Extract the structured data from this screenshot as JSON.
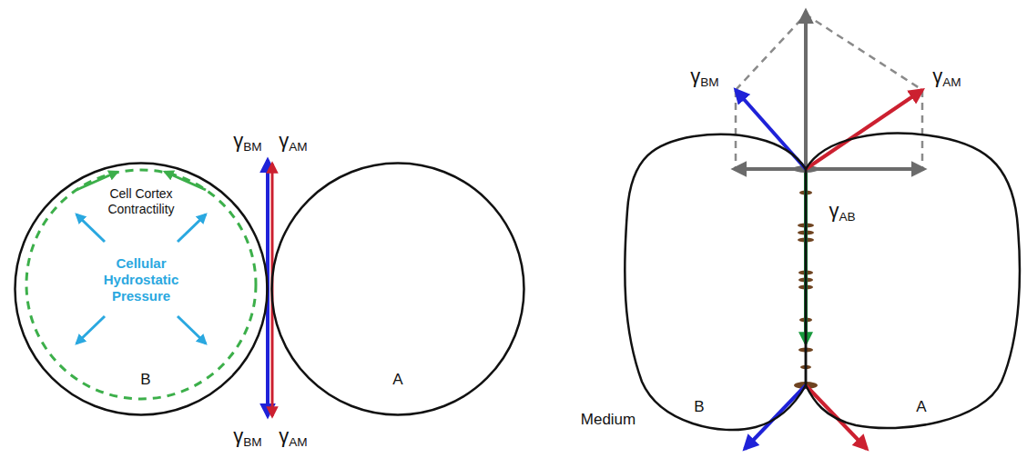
{
  "diagram": {
    "nodes": [
      {
        "text": [
          "Cell Cortex Contractility",
          "Cellular Hydrostatic Pressure",
          "B"
        ]
      },
      {
        "text": [
          "A"
        ]
      },
      {
        "text": [
          "B"
        ]
      },
      {
        "text": [
          "A"
        ]
      }
    ],
    "labels": [
      "γBM",
      "γAM",
      "γBM",
      "γAM",
      "γBM",
      "γAM",
      "γAB",
      "Medium"
    ]
  }
}
